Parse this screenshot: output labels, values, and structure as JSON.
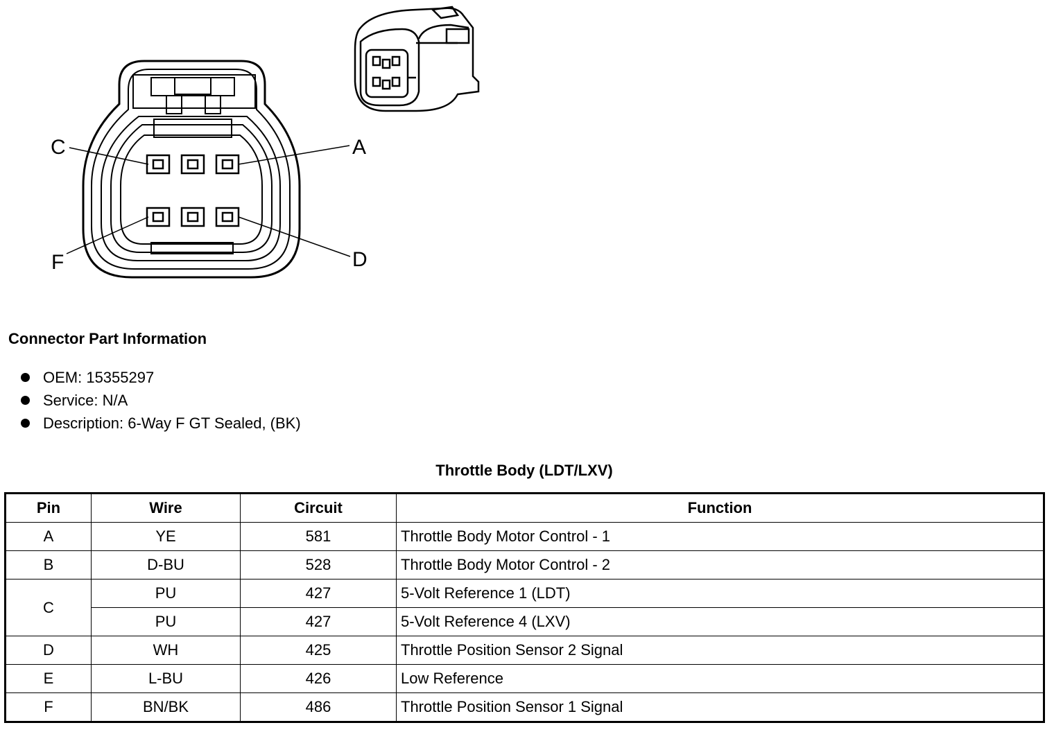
{
  "diagram": {
    "pin_labels": {
      "c": "C",
      "a": "A",
      "f": "F",
      "d": "D"
    }
  },
  "info": {
    "heading": "Connector Part Information",
    "items": [
      "OEM: 15355297",
      "Service: N/A",
      "Description: 6-Way F GT Sealed, (BK)"
    ]
  },
  "table": {
    "title": "Throttle Body (LDT/LXV)",
    "headers": [
      "Pin",
      "Wire",
      "Circuit",
      "Function"
    ],
    "rows": [
      {
        "pin": "A",
        "wire": "YE",
        "circuit": "581",
        "function": "Throttle Body Motor Control - 1"
      },
      {
        "pin": "B",
        "wire": "D-BU",
        "circuit": "528",
        "function": "Throttle Body Motor Control - 2"
      },
      {
        "pin": "C",
        "wire": "PU",
        "circuit": "427",
        "function": "5-Volt Reference 1 (LDT)"
      },
      {
        "pin": "",
        "wire": "PU",
        "circuit": "427",
        "function": "5-Volt Reference 4 (LXV)"
      },
      {
        "pin": "D",
        "wire": "WH",
        "circuit": "425",
        "function": "Throttle Position Sensor 2 Signal"
      },
      {
        "pin": "E",
        "wire": "L-BU",
        "circuit": "426",
        "function": "Low Reference"
      },
      {
        "pin": "F",
        "wire": "BN/BK",
        "circuit": "486",
        "function": "Throttle Position Sensor 1 Signal"
      }
    ]
  }
}
